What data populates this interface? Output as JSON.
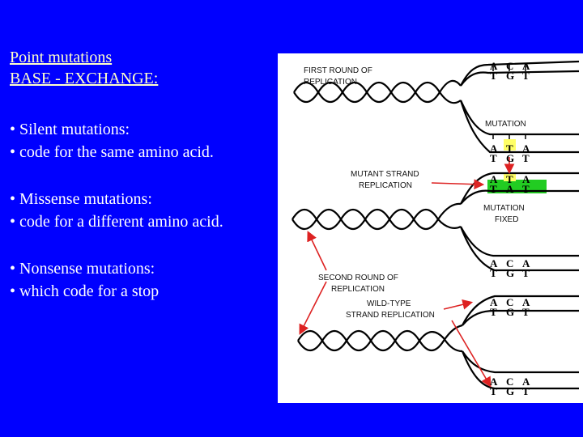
{
  "title": {
    "line1": "Point mutations",
    "line2": "BASE - EXCHANGE:"
  },
  "bullets": [
    {
      "line1": "• Silent mutations:",
      "line2": "•   code for the same amino acid."
    },
    {
      "line1": "• Missense mutations:",
      "line2": "•   code for a different amino acid."
    },
    {
      "line1": "• Nonsense mutations:",
      "line2": "•   which code for a stop"
    }
  ],
  "diagram": {
    "labels": {
      "first_round_1": "FIRST ROUND OF",
      "first_round_2": "REPLICATION",
      "mutation": "MUTATION",
      "mutant_strand_1": "MUTANT STRAND",
      "mutant_strand_2": "REPLICATION",
      "mutation_fixed_1": "MUTATION",
      "mutation_fixed_2": "FIXED",
      "second_round_1": "SECOND ROUND OF",
      "second_round_2": "REPLICATION",
      "wild_type_1": "WILD-TYPE",
      "wild_type_2": "STRAND REPLICATION"
    },
    "base_groups": [
      {
        "top": [
          "A",
          "C",
          "A"
        ],
        "bottom": [
          "T",
          "G",
          "T"
        ]
      },
      {
        "top": [
          "A",
          "T",
          "A"
        ],
        "bottom": [
          "T",
          "G",
          "T"
        ]
      },
      {
        "top": [
          "A",
          "T",
          "A"
        ],
        "bottom": [
          "T",
          "A",
          "T"
        ]
      },
      {
        "top": [
          "A",
          "C",
          "A"
        ],
        "bottom": [
          "T",
          "G",
          "T"
        ]
      },
      {
        "top": [
          "A",
          "C",
          "A"
        ],
        "bottom": [
          "T",
          "G",
          "T"
        ]
      },
      {
        "top": [
          "A",
          "C",
          "A"
        ],
        "bottom": [
          "T",
          "G",
          "T"
        ]
      }
    ],
    "colors": {
      "highlight_yellow": "#ffff66",
      "highlight_green": "#22cc22",
      "arrow_red": "#dd2222"
    }
  }
}
